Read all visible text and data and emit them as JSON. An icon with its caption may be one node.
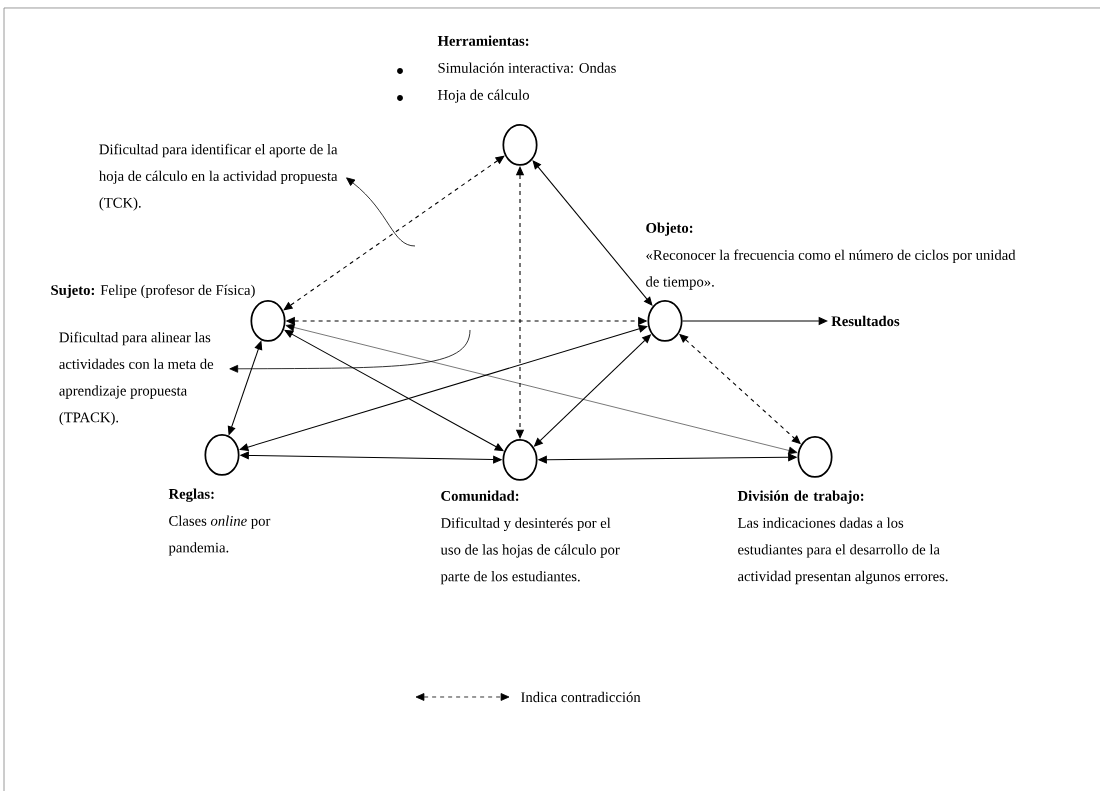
{
  "diagram": {
    "nodes": [
      {
        "text": [
          "Herramientas:",
          "Simulación interactiva: Ondas",
          "Hoja de cálculo"
        ]
      },
      {
        "text": [
          "**Sujeto:** Felipe (profesor de Física)"
        ]
      },
      {
        "text": [
          "Objeto:",
          "«Reconocer la frecuencia como el número de ciclos por unidad de tiempo»."
        ]
      },
      {
        "text": [
          "Reglas:",
          "Clases *online* por pandemia."
        ]
      },
      {
        "text": [
          "Comunidad:",
          "Dificultad y desinterés por el uso de las hojas de cálculo por parte de los estudiantes."
        ]
      },
      {
        "text": [
          "División de trabajo:",
          "Las indicaciones dadas a los estudiantes para el desarrollo de la actividad presentan algunos errores."
        ]
      },
      {
        "text": [
          "Resultados"
        ]
      },
      {
        "text": [
          "Dificultad para identificar el aporte de la hoja de cálculo en la actividad propuesta (TCK)."
        ]
      },
      {
        "text": [
          "Dificultad para alinear las actividades con la meta de aprendizaje propuesta (TPACK)."
        ]
      }
    ],
    "edges": [
      {
        "from": 0,
        "to": 1,
        "arrow": "both",
        "style": "dashed"
      },
      {
        "from": 0,
        "to": 4,
        "arrow": "both",
        "style": "dashed"
      },
      {
        "from": 0,
        "to": 2,
        "arrow": "both"
      },
      {
        "from": 1,
        "to": 2,
        "arrow": "both",
        "style": "dashed"
      },
      {
        "from": 1,
        "to": 3,
        "arrow": "both"
      },
      {
        "from": 1,
        "to": 4,
        "arrow": "both"
      },
      {
        "from": 1,
        "to": 5,
        "arrow": "both"
      },
      {
        "from": 2,
        "to": 3,
        "arrow": "both"
      },
      {
        "from": 2,
        "to": 4,
        "arrow": "both"
      },
      {
        "from": 2,
        "to": 5,
        "arrow": "both",
        "style": "dashed"
      },
      {
        "from": 2,
        "to": 6,
        "arrow": "to"
      },
      {
        "from": 3,
        "to": 4,
        "arrow": "both"
      },
      {
        "from": 4,
        "to": 5,
        "arrow": "both"
      },
      {
        "from": null,
        "to": 7,
        "arrow": "to"
      },
      {
        "from": null,
        "to": 8,
        "arrow": "to"
      }
    ],
    "legend": [
      {
        "text": "Indica contradicción"
      }
    ]
  }
}
